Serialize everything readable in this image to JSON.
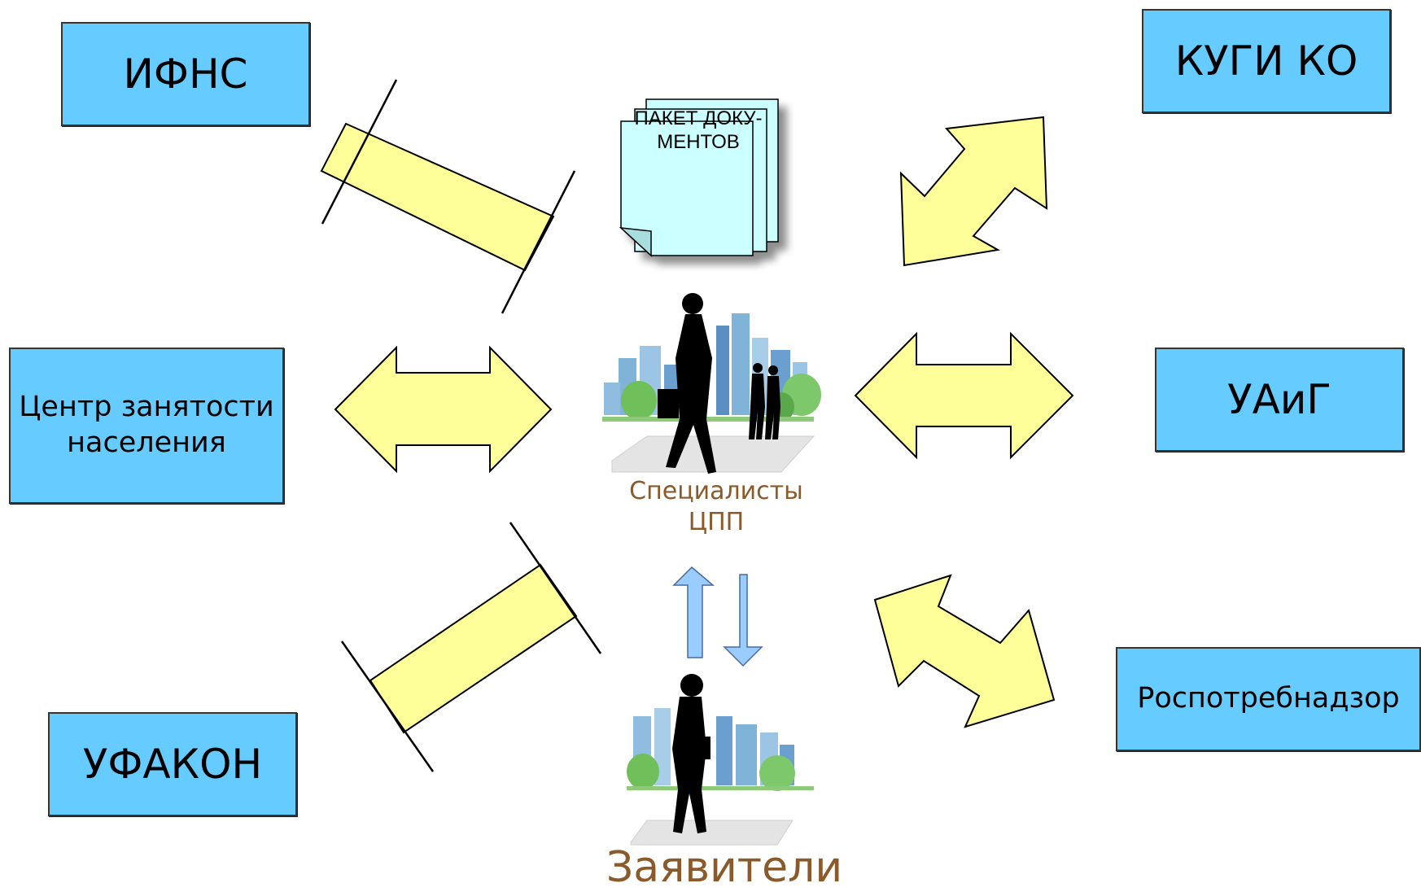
{
  "nodes": {
    "ifns": "ИФНС",
    "kugi": "КУГИ КО",
    "employment": "Центр занятости населения",
    "uaig": "УАиГ",
    "ufakon": "УФАКОН",
    "rospotreb": "Роспотребнадзор"
  },
  "documents": {
    "label_line1": "ПАКЕТ ДОКУ-",
    "label_line2": "МЕНТОВ"
  },
  "specialists": {
    "line1": "Специалисты",
    "line2": "ЦПП"
  },
  "applicants": {
    "label": "Заявители"
  },
  "colors": {
    "box_fill": "#66CCFF",
    "arrow_fill": "#FFFF99",
    "paper_fill": "#CCFFFF",
    "small_arrow_fill": "#99CCFF",
    "caption_color": "#8B5A2B"
  }
}
